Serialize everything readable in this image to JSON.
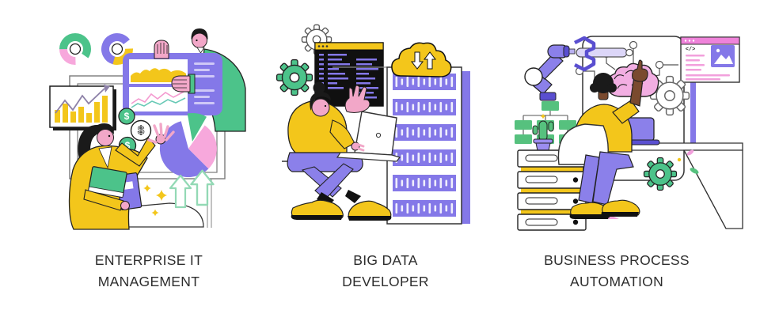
{
  "illustration": {
    "background": "#ffffff",
    "palette": {
      "purple": "#8478e8",
      "dark_purple": "#5a4fd0",
      "lavender": "#dcd6f8",
      "green": "#4cc38a",
      "mint_outline": "#93d9b5",
      "pink": "#f7a8dc",
      "magenta": "#ef83da",
      "skin_pink": "#f2a7c8",
      "skin_brown": "#7a4a2e",
      "yellow": "#f3c61b",
      "outline": "#1a1a1a",
      "caption_text": "#2d2d2d"
    },
    "panels": [
      {
        "id": "enterprise-it-management",
        "caption_lines": [
          "ENTERPRISE IT",
          "MANAGEMENT"
        ],
        "coin_symbol": "$",
        "elements": [
          "donut-chart-green-pink",
          "donut-chart-purple-yellow",
          "bar-chart-card",
          "analytics-dashboard-card",
          "presenter-man",
          "dollar-coins",
          "exploded-pie-chart",
          "businesswoman-with-documents",
          "growth-arrows",
          "sparkles",
          "presentation-board"
        ]
      },
      {
        "id": "big-data-developer",
        "caption_lines": [
          "BIG DATA",
          "DEVELOPER"
        ],
        "elements": [
          "outline-gear",
          "green-gear",
          "code-editor-window",
          "cloud-data-transfer",
          "server-rack-tower",
          "developer-woman-with-laptop"
        ]
      },
      {
        "id": "business-process-automation",
        "caption_lines": [
          "BUSINESS PROCESS",
          "AUTOMATION"
        ],
        "code_tag": "</>",
        "elements": [
          "robotic-arm",
          "machine-brain",
          "circuit-nodes",
          "browser-window",
          "outline-gear",
          "green-gear",
          "org-chart",
          "cactus-plant",
          "server-drawers",
          "office-worker-man",
          "office-chair",
          "desk",
          "leaf-decorations"
        ]
      }
    ]
  }
}
